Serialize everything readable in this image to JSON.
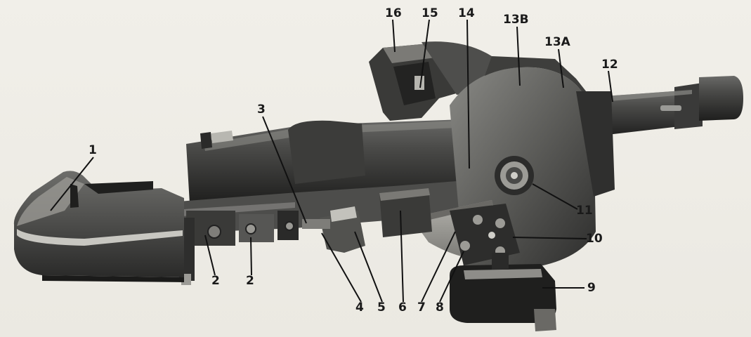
{
  "callouts": {
    "c1": "1",
    "c2a": "2",
    "c2b": "2",
    "c3": "3",
    "c4": "4",
    "c5": "5",
    "c6": "6",
    "c7": "7",
    "c8": "8",
    "c9": "9",
    "c10": "10",
    "c11": "11",
    "c12": "12",
    "c13a": "13A",
    "c13b": "13B",
    "c14": "14",
    "c15": "15",
    "c16": "16"
  }
}
